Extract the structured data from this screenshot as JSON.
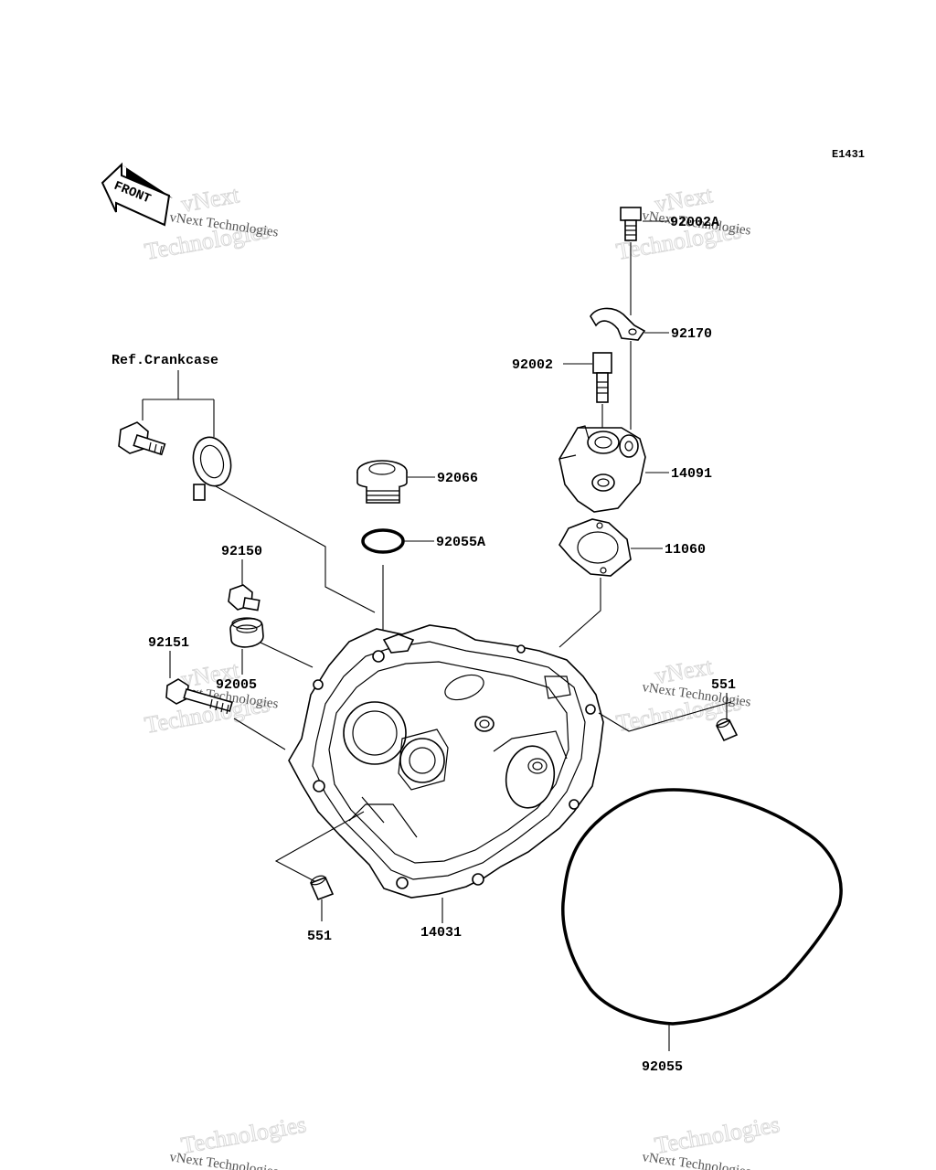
{
  "diagram_code": "E1431",
  "front_label": "FRONT",
  "ref_label": "Ref.Crankcase",
  "watermark": {
    "line1": "vNext",
    "line2": "Technologies",
    "small": "vNext Technologies"
  },
  "parts": {
    "p92002A": "92002A",
    "p92170": "92170",
    "p92002": "92002",
    "p14091": "14091",
    "p92066": "92066",
    "p92055A": "92055A",
    "p11060": "11060",
    "p92150": "92150",
    "p92151": "92151",
    "p92005": "92005",
    "p551_right": "551",
    "p551_bottom": "551",
    "p14031": "14031",
    "p92055": "92055"
  }
}
